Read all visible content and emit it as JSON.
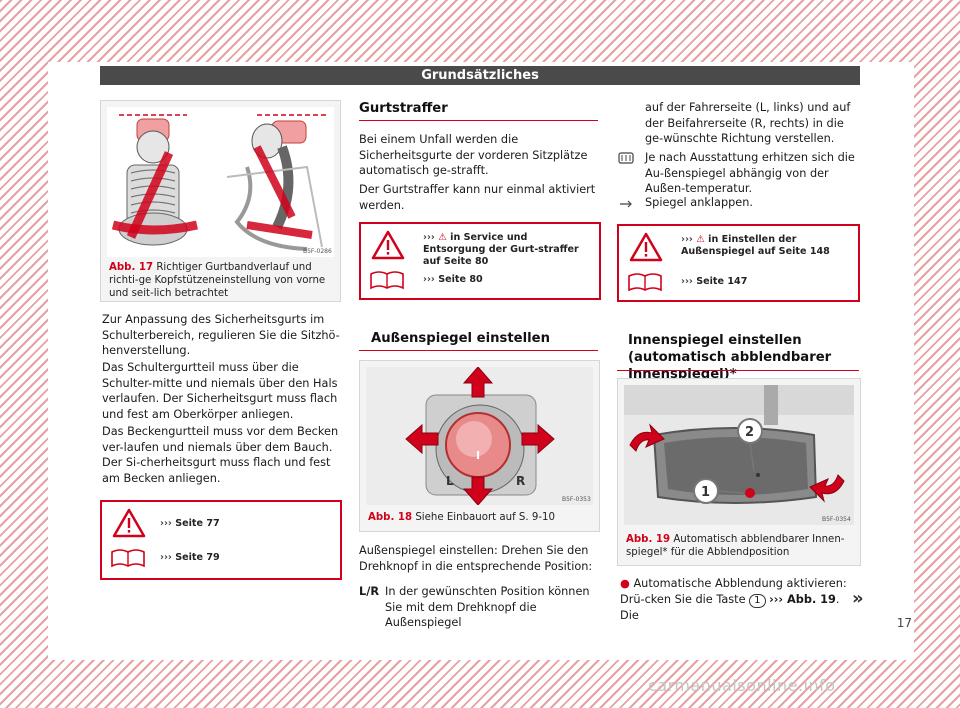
{
  "header": {
    "title": "Grundsätzliches"
  },
  "left": {
    "figure": {
      "code": "B5F-0286",
      "abb": "Abb. 17",
      "caption": "Richtiger Gurtbandverlauf und richti-ge Kopfstützeneinstellung von vorne und seit-lich betrachtet"
    },
    "paragraphs": [
      "Zur Anpassung des Sicherheitsgurts im Schulterbereich, regulieren Sie die Sitzhö-henverstellung.",
      "Das Schultergurtteil muss über die Schulter-mitte und niemals über den Hals verlaufen. Der Sicherheitsgurt muss flach und fest am Oberkörper anliegen.",
      "Das Beckengurtteil muss vor dem Becken ver-laufen und niemals über dem Bauch. Der Si-cherheitsgurt muss flach und fest am Becken anliegen."
    ],
    "warn": {
      "ref1": "Seite 77",
      "ref2": "Seite 79",
      "arrows": "›››"
    }
  },
  "middle": {
    "title1": "Gurtstraffer",
    "p1": "Bei einem Unfall werden die Sicherheitsgurte der vorderen Sitzplätze automatisch ge-strafft.",
    "p2": "Der Gurtstraffer kann nur einmal aktiviert werden.",
    "warn": {
      "arrows": "›››",
      "ref1": "in Service und Entsorgung der Gurt-straffer auf Seite 80",
      "ref2": "Seite 80"
    },
    "title2": "Außenspiegel einstellen",
    "figure": {
      "code": "B5F-0353",
      "abb": "Abb. 18",
      "caption": "Siehe Einbauort auf S. 9-10",
      "knob_l": "L",
      "knob_r": "R",
      "knob_i": "I"
    },
    "p3": "Außenspiegel einstellen: Drehen Sie den Drehknopf in die entsprechende Position:",
    "lr_label": "L/R",
    "lr_text": "In der gewünschten Position können Sie mit dem Drehknopf die Außenspiegel"
  },
  "right": {
    "p1": "auf der Fahrerseite (L, links) und auf der Beifahrerseite (R, rechts) in die ge-wünschte Richtung verstellen.",
    "p2": "Je nach Ausstattung erhitzen sich die Au-ßenspiegel abhängig von der Außen-temperatur.",
    "p3": "Spiegel anklappen.",
    "warn": {
      "arrows": "›››",
      "ref1": "in Einstellen der Außenspiegel auf Seite 148",
      "ref2": "Seite 147"
    },
    "title": "Innenspiegel einstellen (automatisch abblendbarer Innenspiegel)*",
    "figure": {
      "code": "B5F-0354",
      "abb": "Abb. 19",
      "caption": "Automatisch abblendbarer Innen-spiegel* für die Abblendposition",
      "n1": "1",
      "n2": "2"
    },
    "bullet_text": "Automatische Abblendung aktivieren: Drü-cken Sie die Taste",
    "bullet_key": "1",
    "bullet_ref": "››› Abb. 19",
    "bullet_end": ". Die",
    "more": "»"
  },
  "page_number": "17",
  "watermark": "carmanualsonline.info"
}
